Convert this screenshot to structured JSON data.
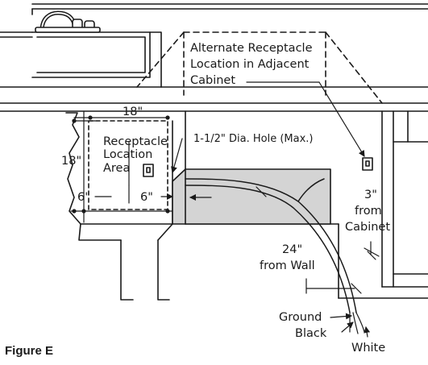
{
  "figure_label": "Figure E",
  "labels": {
    "alternate_line1": "Alternate Receptacle",
    "alternate_line2": "Location in Adjacent",
    "alternate_line3": "Cabinet",
    "dim_top": "18\"",
    "dim_left": "18\"",
    "receptacle_line1": "Receptacle",
    "receptacle_line2": "Location",
    "receptacle_line3": "Area",
    "dim_bottom_left": "6\"",
    "dim_bottom_right": "6\"",
    "hole": "1-1/2\" Dia. Hole (Max.)",
    "from_wall_line1": "24\"",
    "from_wall_line2": "from Wall",
    "from_cabinet_line1": "3\"",
    "from_cabinet_line2": "from",
    "from_cabinet_line3": "Cabinet",
    "ground": "Ground",
    "black": "Black",
    "white": "White"
  },
  "colors": {
    "line": "#1a1a1a",
    "hole_area": "#d4d4d4",
    "background": "#ffffff"
  }
}
